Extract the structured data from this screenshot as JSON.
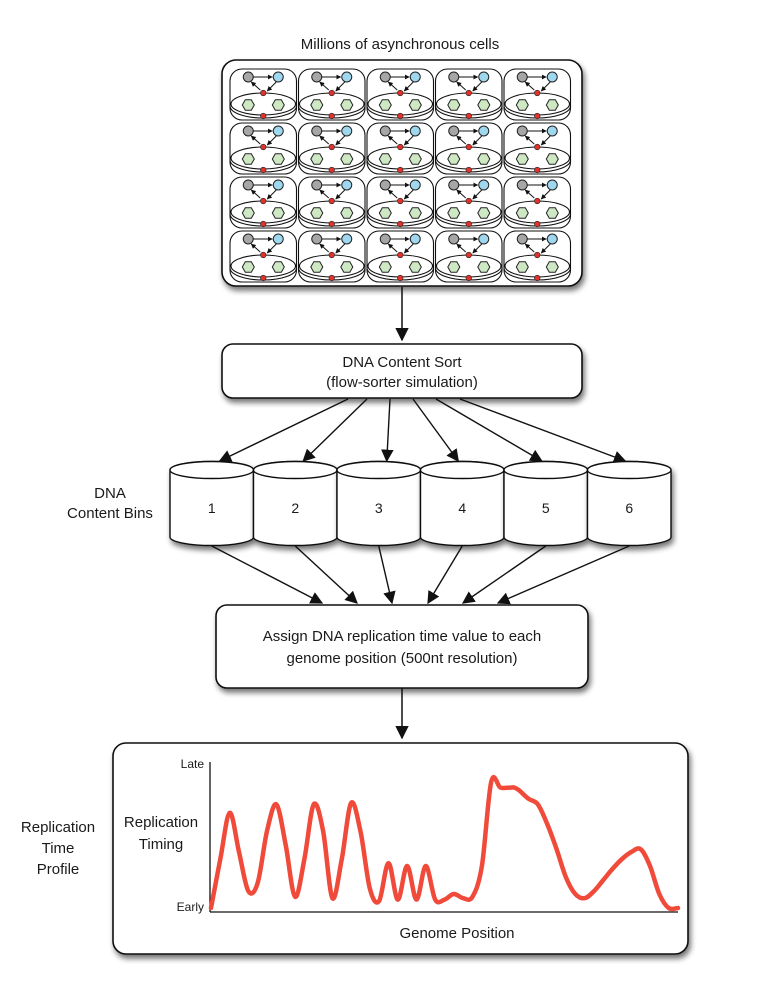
{
  "title": "Millions of asynchronous cells",
  "cells": {
    "rows": 4,
    "cols": 5,
    "icons": [
      "gray-circle",
      "blue-circle",
      "red-dot",
      "green-hexagon"
    ]
  },
  "sort_box": {
    "line1": "DNA Content Sort",
    "line2": "(flow-sorter simulation)"
  },
  "bins": {
    "label_line1": "DNA",
    "label_line2": "Content Bins",
    "items": [
      "1",
      "2",
      "3",
      "4",
      "5",
      "6"
    ]
  },
  "assign_box": {
    "line1": "Assign DNA replication time value to each",
    "line2": "genome position (500nt resolution)"
  },
  "profile": {
    "side_label": [
      "Replication",
      "Time",
      "Profile"
    ],
    "y_axis_label": [
      "Replication",
      "Timing"
    ],
    "y_top": "Late",
    "y_bottom": "Early",
    "x_axis_label": "Genome Position"
  },
  "colors": {
    "curve": "#f04a3a",
    "cell_gray": "#a6a6a6",
    "cell_blue": "#9fd8ee",
    "cell_green": "#cfe8c4",
    "cell_red": "#e2312a"
  },
  "chart_data": {
    "type": "line",
    "title": "",
    "xlabel": "Genome Position",
    "ylabel": "Replication Timing",
    "ytick_labels": [
      "Early",
      "Late"
    ],
    "xlim": [
      0,
      100
    ],
    "ylim": [
      0,
      1
    ],
    "x": [
      0,
      2,
      4,
      6,
      8,
      10,
      12,
      14,
      16,
      18,
      20,
      22,
      24,
      26,
      28,
      30,
      32,
      34,
      36,
      38,
      40,
      42,
      44,
      46,
      48,
      50,
      52,
      54,
      56,
      58,
      60,
      62,
      64,
      65,
      66,
      68,
      70,
      72,
      74,
      76,
      78,
      80,
      82,
      84,
      86,
      88,
      90,
      92,
      94,
      96,
      98,
      100
    ],
    "values": [
      0.0,
      0.35,
      0.68,
      0.4,
      0.12,
      0.18,
      0.55,
      0.74,
      0.45,
      0.08,
      0.35,
      0.74,
      0.55,
      0.07,
      0.35,
      0.75,
      0.55,
      0.14,
      0.05,
      0.32,
      0.06,
      0.3,
      0.06,
      0.3,
      0.06,
      0.06,
      0.1,
      0.07,
      0.08,
      0.3,
      0.9,
      0.86,
      0.86,
      0.86,
      0.84,
      0.78,
      0.74,
      0.6,
      0.42,
      0.22,
      0.1,
      0.07,
      0.12,
      0.2,
      0.28,
      0.35,
      0.4,
      0.42,
      0.3,
      0.1,
      0.0,
      0.0
    ]
  }
}
